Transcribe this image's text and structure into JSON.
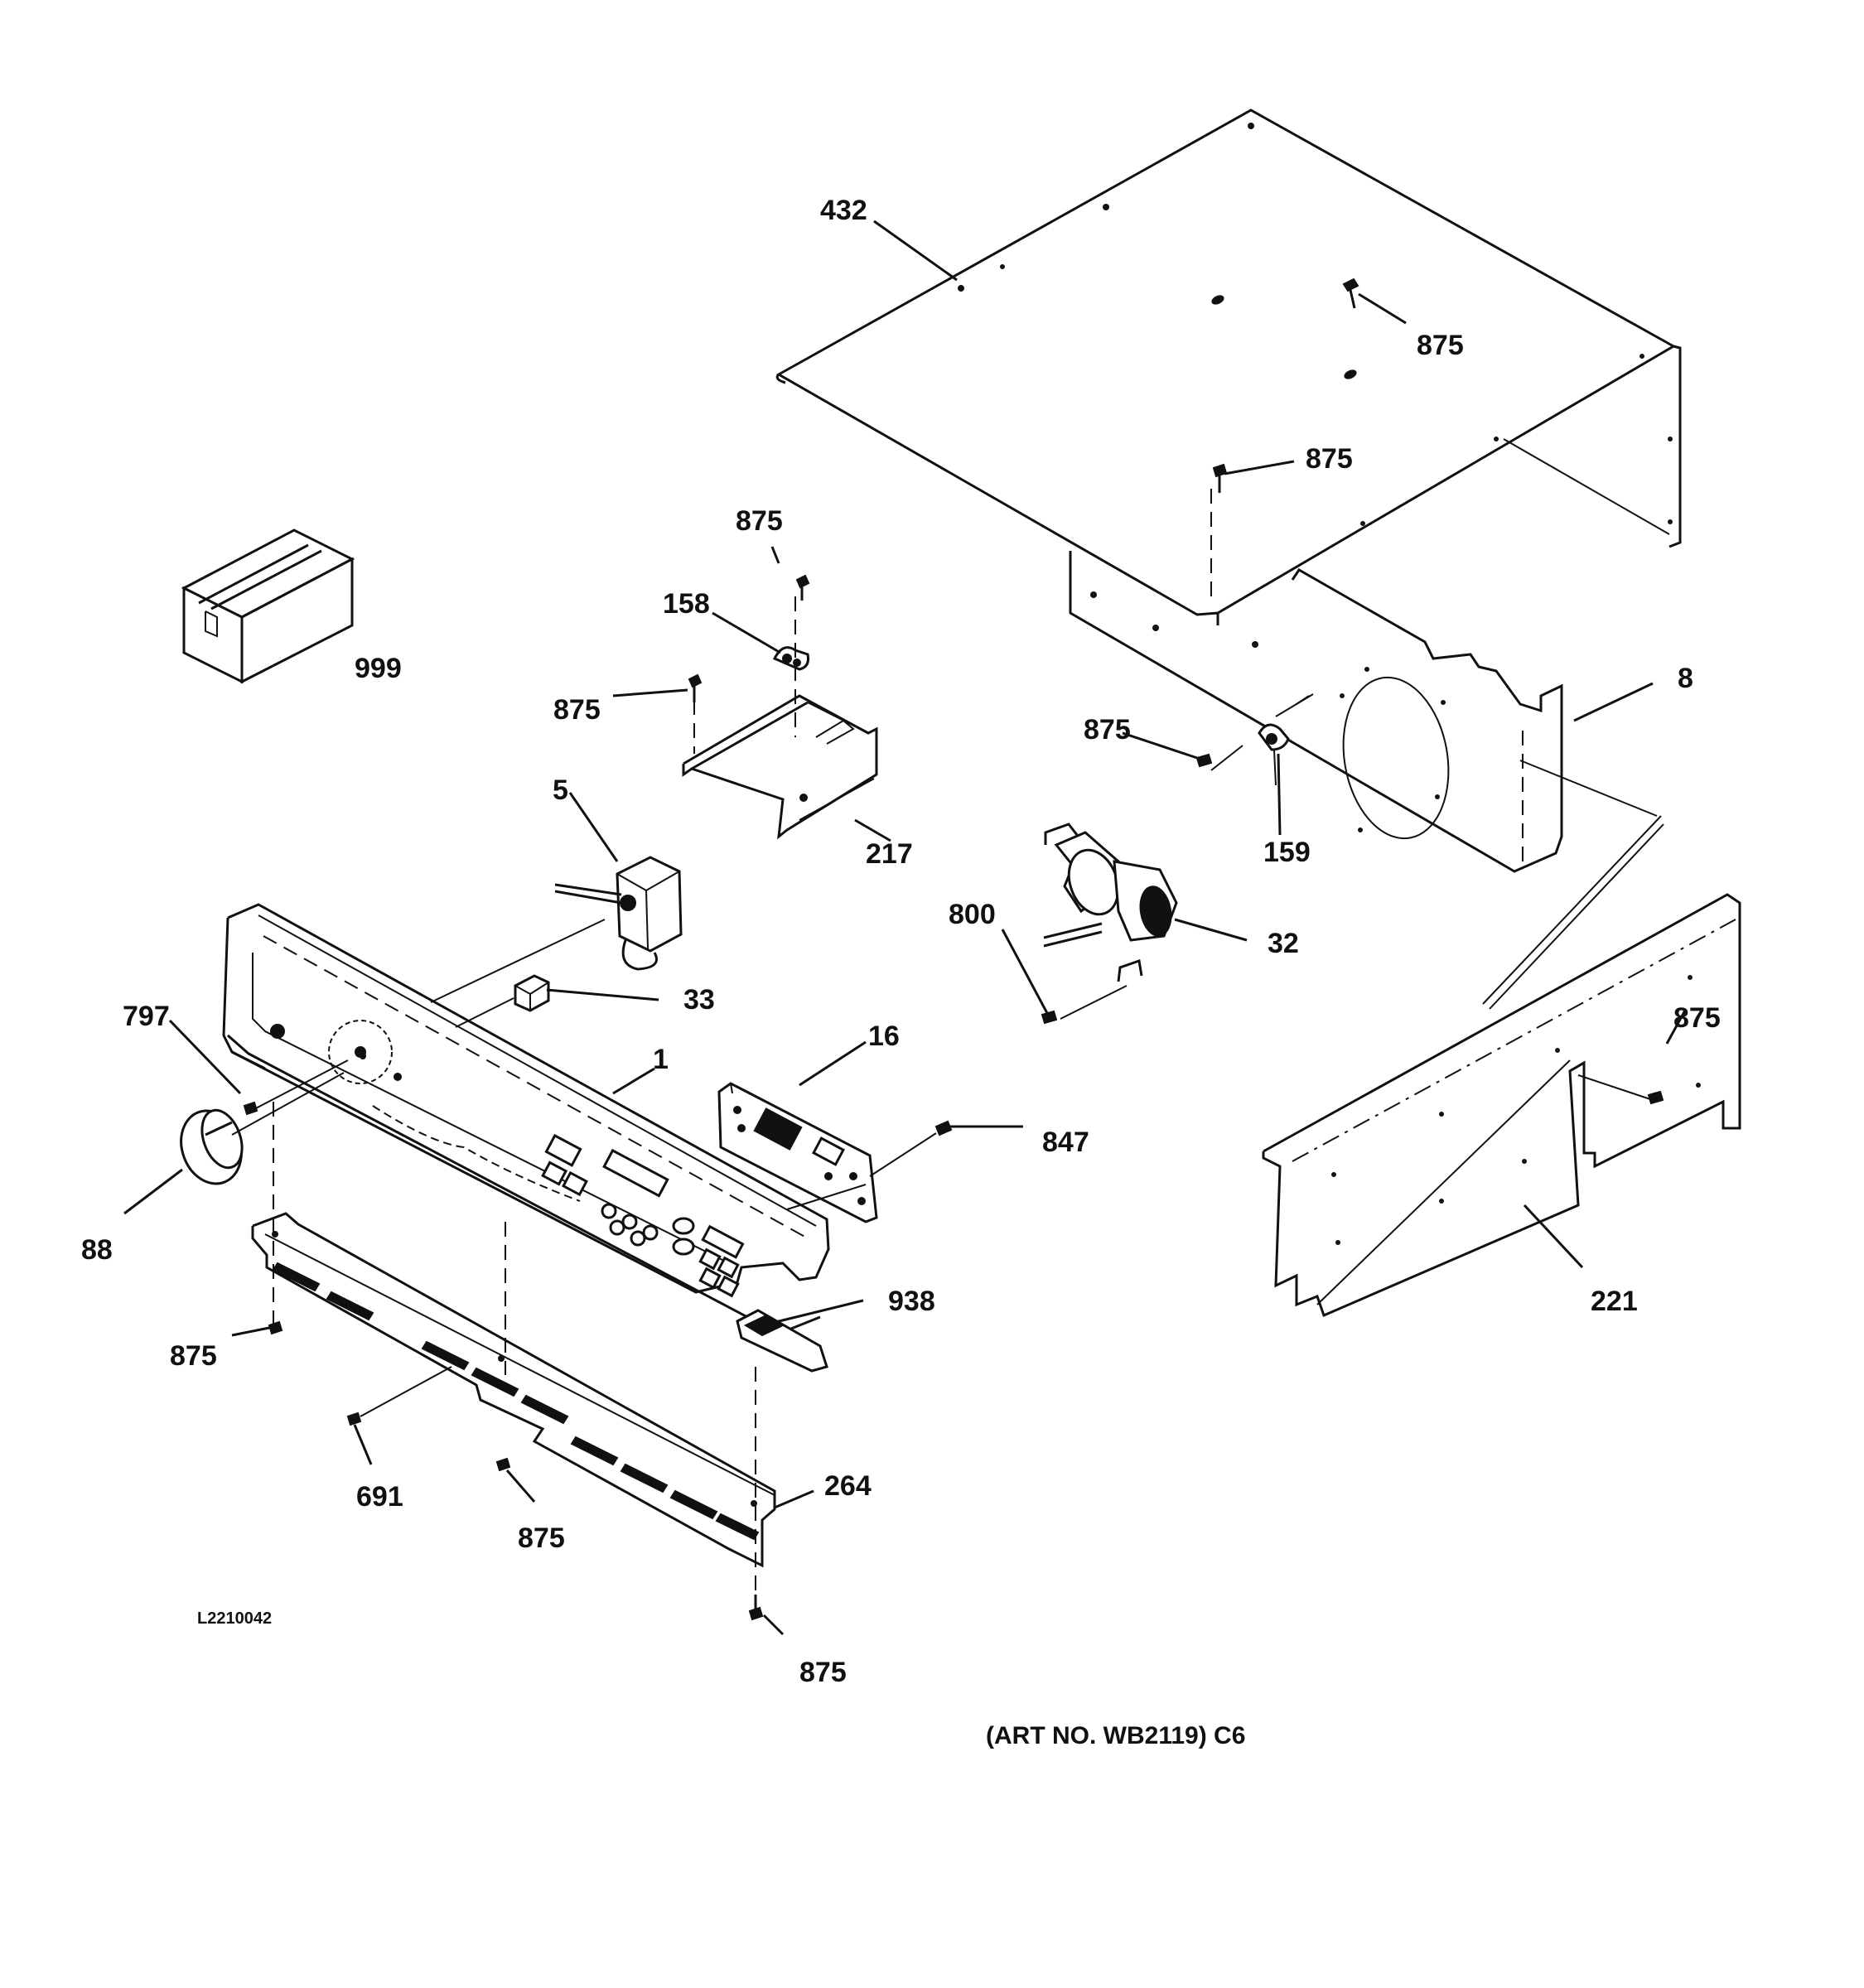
{
  "diagram": {
    "labels": {
      "p432": "432",
      "p875_a": "875",
      "p875_b": "875",
      "p875_c": "875",
      "p158": "158",
      "p875_d": "875",
      "p999": "999",
      "p8": "8",
      "p875_e": "875",
      "p217": "217",
      "p159": "159",
      "p5": "5",
      "p800": "800",
      "p32": "32",
      "p33": "33",
      "p797": "797",
      "p875_f": "875",
      "p16": "16",
      "p1": "1",
      "p847": "847",
      "p88": "88",
      "p938": "938",
      "p221": "221",
      "p875_g": "875",
      "p264": "264",
      "p691": "691",
      "p875_h": "875",
      "p875_i": "875"
    },
    "drawing_code": "L2210042",
    "art_number": "(ART NO. WB2119) C6"
  }
}
